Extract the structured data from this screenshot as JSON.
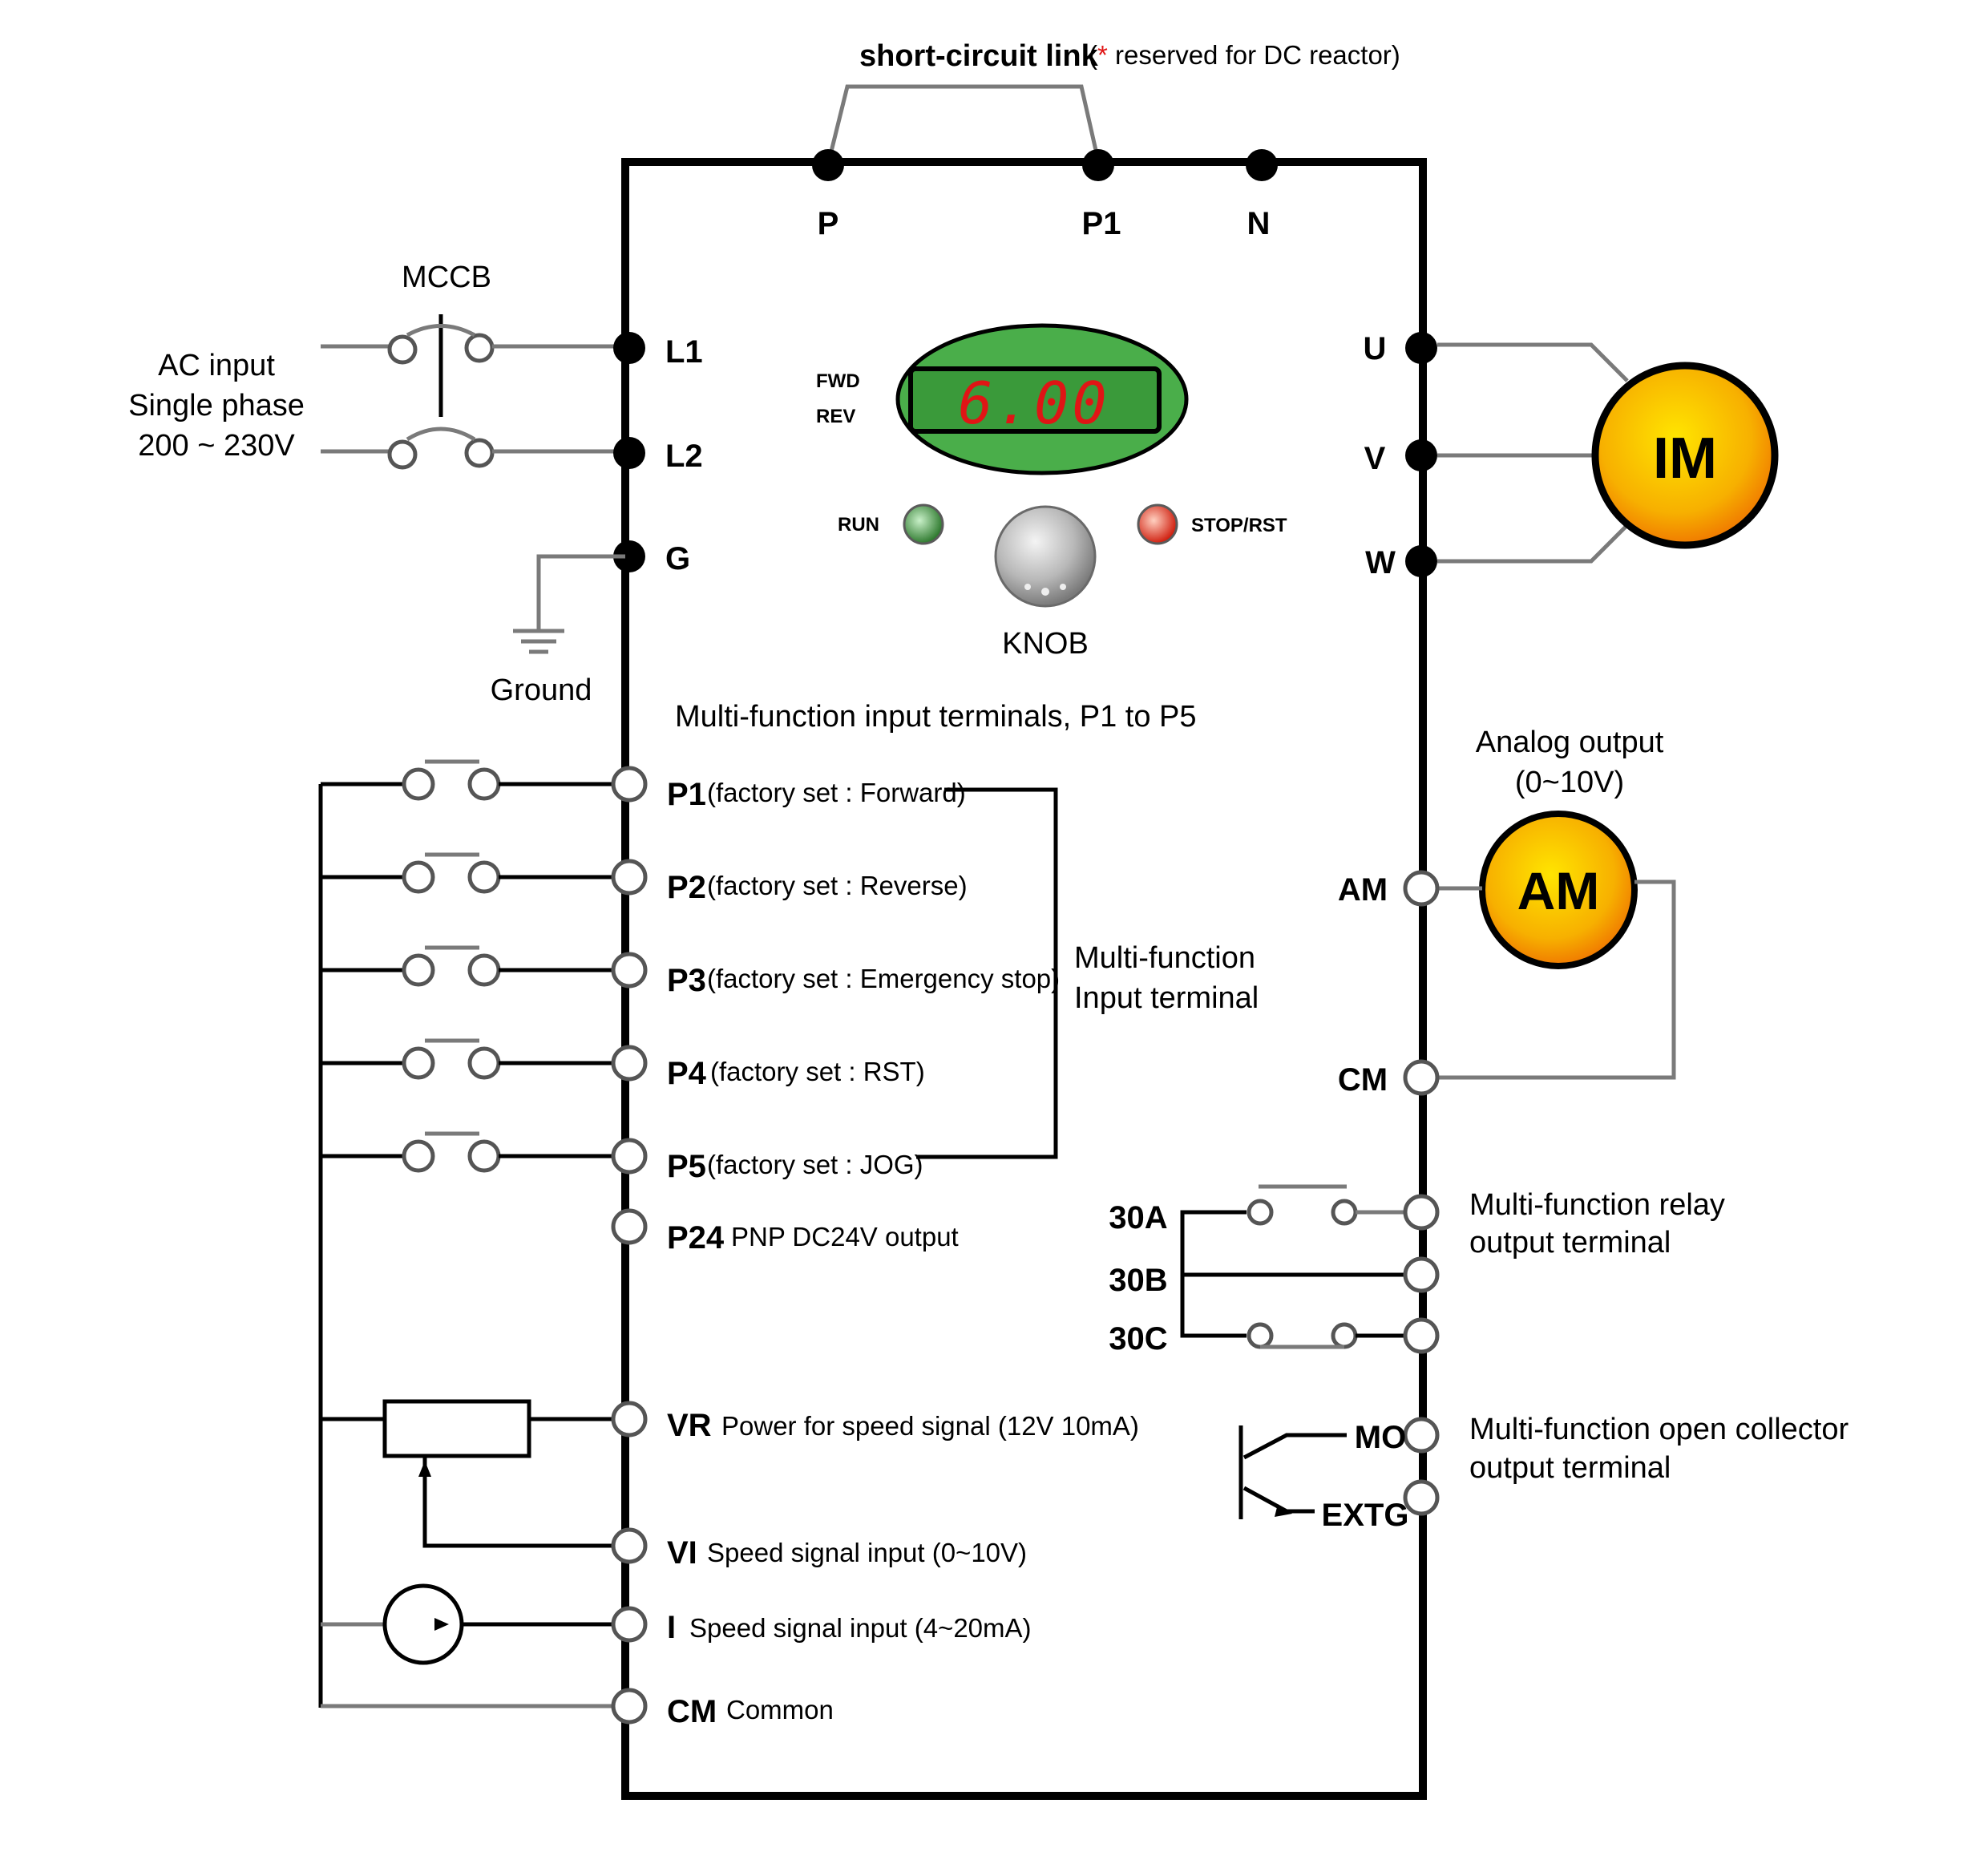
{
  "colors": {
    "display_oval": "#4aae4a",
    "display_digits": "#e01515",
    "motor_fill": "#f5a500",
    "meter_fill": "#f5a500",
    "run_led": "#3a8a3a",
    "stop_led": "#e03a2a"
  },
  "top": {
    "short_circuit_link": "short-circuit link",
    "reserved_asterisk": "*",
    "reserved_note": "(* reserved for DC reactor)",
    "reserved_open": "(",
    "reserved_rest": " reserved for DC reactor)"
  },
  "dc_terminals": [
    "P",
    "P1",
    "N"
  ],
  "input_power": {
    "mccb": "MCCB",
    "ac_line1": "AC input",
    "ac_line2": "Single phase",
    "ac_line3": "200 ~ 230V",
    "ground": "Ground"
  },
  "left_power_terminals": [
    "L1",
    "L2",
    "G"
  ],
  "keypad": {
    "fwd": "FWD",
    "rev": "REV",
    "display": "6.00",
    "run": "RUN",
    "stop": "STOP/RST",
    "knob": "KNOB"
  },
  "output_terminals": [
    "U",
    "V",
    "W"
  ],
  "motor": "IM",
  "multi_input_title": "Multi-function input terminals, P1 to P5",
  "inputs": [
    {
      "term": "P1",
      "desc": "(factory set : Forward)"
    },
    {
      "term": "P2",
      "desc": "(factory set : Reverse)"
    },
    {
      "term": "P3",
      "desc": "(factory set : Emergency stop)"
    },
    {
      "term": "P4",
      "desc": "(factory set : RST)"
    },
    {
      "term": "P5",
      "desc": "(factory set : JOG)"
    }
  ],
  "bracket_label": {
    "line1": "Multi-function",
    "line2": "Input terminal"
  },
  "p24": {
    "term": "P24",
    "desc": "PNP DC24V output"
  },
  "analog_inputs": [
    {
      "term": "VR",
      "desc": "Power for speed signal  (12V  10mA)"
    },
    {
      "term": "VI",
      "desc": "Speed signal input (0~10V)"
    },
    {
      "term": "I",
      "desc": "Speed signal input (4~20mA)"
    },
    {
      "term": "CM",
      "desc": "Common"
    }
  ],
  "analog_output": {
    "title1": "Analog output",
    "title2": "(0~10V)",
    "meter": "AM",
    "term_am": "AM",
    "term_cm": "CM"
  },
  "relay": {
    "terms": [
      "30A",
      "30B",
      "30C"
    ],
    "label1": "Multi-function relay",
    "label2": "output terminal"
  },
  "open_collector": {
    "terms": [
      "MO",
      "EXTG"
    ],
    "label1": "Multi-function open collector",
    "label2": "output terminal"
  }
}
